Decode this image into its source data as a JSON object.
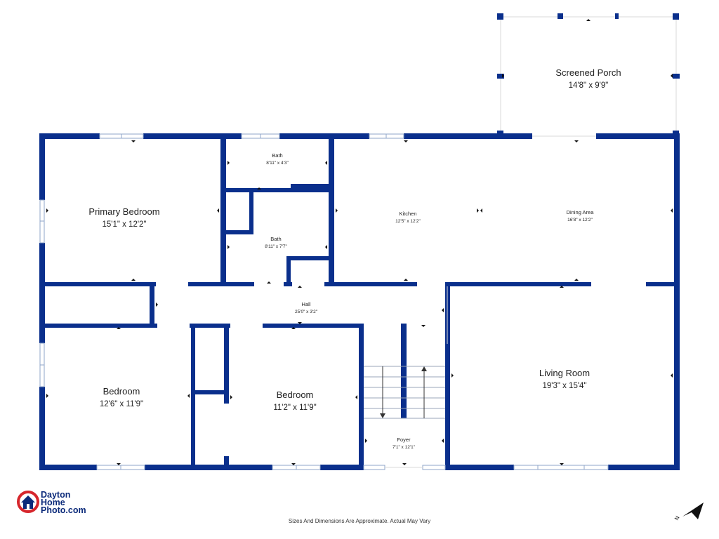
{
  "colors": {
    "wall": "#0a2f8c",
    "background": "#ffffff",
    "window": "#8fa6c9",
    "text": "#222222",
    "logo_red": "#d6262c"
  },
  "rooms": {
    "screened_porch": {
      "name": "Screened Porch",
      "size": "14'8\" x 9'9\""
    },
    "primary_bedroom": {
      "name": "Primary Bedroom",
      "size": "15'1\" x 12'2\""
    },
    "bath_top": {
      "name": "Bath",
      "size": "8'11\" x 4'3\""
    },
    "bath_mid": {
      "name": "Bath",
      "size": "8'11\" x 7'7\""
    },
    "kitchen": {
      "name": "Kitchen",
      "size": "12'5\" x 12'2\""
    },
    "dining_area": {
      "name": "Dining Area",
      "size": "16'8\" x 12'2\""
    },
    "hall": {
      "name": "Hall",
      "size": "25'0\" x 3'2\""
    },
    "bedroom_left": {
      "name": "Bedroom",
      "size": "12'6\" x 11'9\""
    },
    "bedroom_mid": {
      "name": "Bedroom",
      "size": "11'2\" x 11'9\""
    },
    "living_room": {
      "name": "Living Room",
      "size": "19'3\" x 15'4\""
    },
    "foyer": {
      "name": "Foyer",
      "size": "7'1\" x 12'1\""
    }
  },
  "logo": {
    "line1": "Dayton",
    "line2": "Home",
    "line3": "Photo.com",
    "icon": "house-logo-icon"
  },
  "footer": {
    "note": "Sizes And Dimensions Are Approximate. Actual May Vary"
  },
  "compass": {
    "letter": "N",
    "icon": "north-arrow-icon"
  }
}
